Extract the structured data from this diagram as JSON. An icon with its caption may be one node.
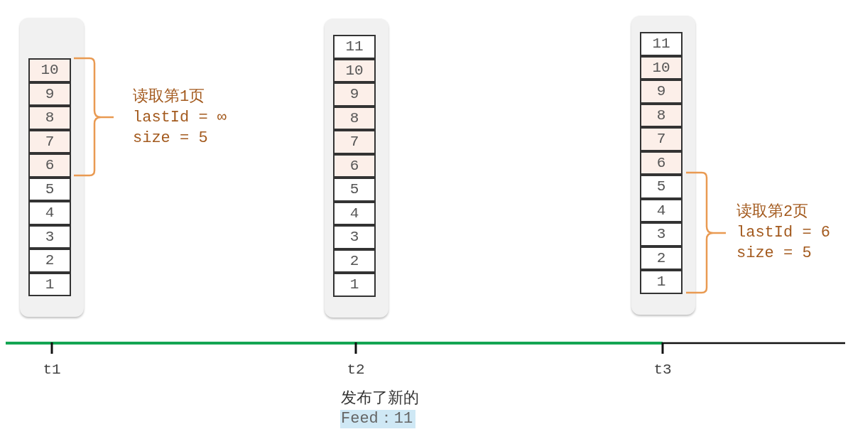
{
  "diagram": {
    "nodes": [
      {
        "text": [],
        "shape": "box"
      },
      {
        "text": [
          "10"
        ],
        "in": 0
      },
      {
        "text": [
          "9"
        ],
        "in": 0
      },
      {
        "text": [
          "8"
        ],
        "in": 0
      },
      {
        "text": [
          "7"
        ],
        "in": 0
      },
      {
        "text": [
          "6"
        ],
        "in": 0
      },
      {
        "text": [
          "5"
        ],
        "in": 0
      },
      {
        "text": [
          "4"
        ],
        "in": 0
      },
      {
        "text": [
          "3"
        ],
        "in": 0
      },
      {
        "text": [
          "2"
        ],
        "in": 0
      },
      {
        "text": [
          "1"
        ],
        "in": 0
      },
      {
        "text": [],
        "shape": "box"
      },
      {
        "text": [
          "11"
        ],
        "in": 11
      },
      {
        "text": [
          "10"
        ],
        "in": 11
      },
      {
        "text": [
          "9"
        ],
        "in": 11
      },
      {
        "text": [
          "8"
        ],
        "in": 11
      },
      {
        "text": [
          "7"
        ],
        "in": 11
      },
      {
        "text": [
          "6"
        ],
        "in": 11
      },
      {
        "text": [
          "5"
        ],
        "in": 11
      },
      {
        "text": [
          "4"
        ],
        "in": 11
      },
      {
        "text": [
          "3"
        ],
        "in": 11
      },
      {
        "text": [
          "2"
        ],
        "in": 11
      },
      {
        "text": [
          "1"
        ],
        "in": 11
      },
      {
        "text": [],
        "shape": "box"
      },
      {
        "text": [
          "11"
        ],
        "in": 23
      },
      {
        "text": [
          "10"
        ],
        "in": 23
      },
      {
        "text": [
          "9"
        ],
        "in": 23
      },
      {
        "text": [
          "8"
        ],
        "in": 23
      },
      {
        "text": [
          "7"
        ],
        "in": 23
      },
      {
        "text": [
          "6"
        ],
        "in": 23
      },
      {
        "text": [
          "5"
        ],
        "in": 23
      },
      {
        "text": [
          "4"
        ],
        "in": 23
      },
      {
        "text": [
          "3"
        ],
        "in": 23
      },
      {
        "text": [
          "2"
        ],
        "in": 23
      },
      {
        "text": [
          "1"
        ],
        "in": 23
      }
    ],
    "edges": [],
    "labels": [
      "读取第1页",
      "lastId = ∞",
      "size = 5",
      "读取第2页",
      "lastId = 6",
      "size = 5",
      "t1",
      "t2",
      "t3",
      "发布了新的",
      "Feed：11"
    ]
  }
}
